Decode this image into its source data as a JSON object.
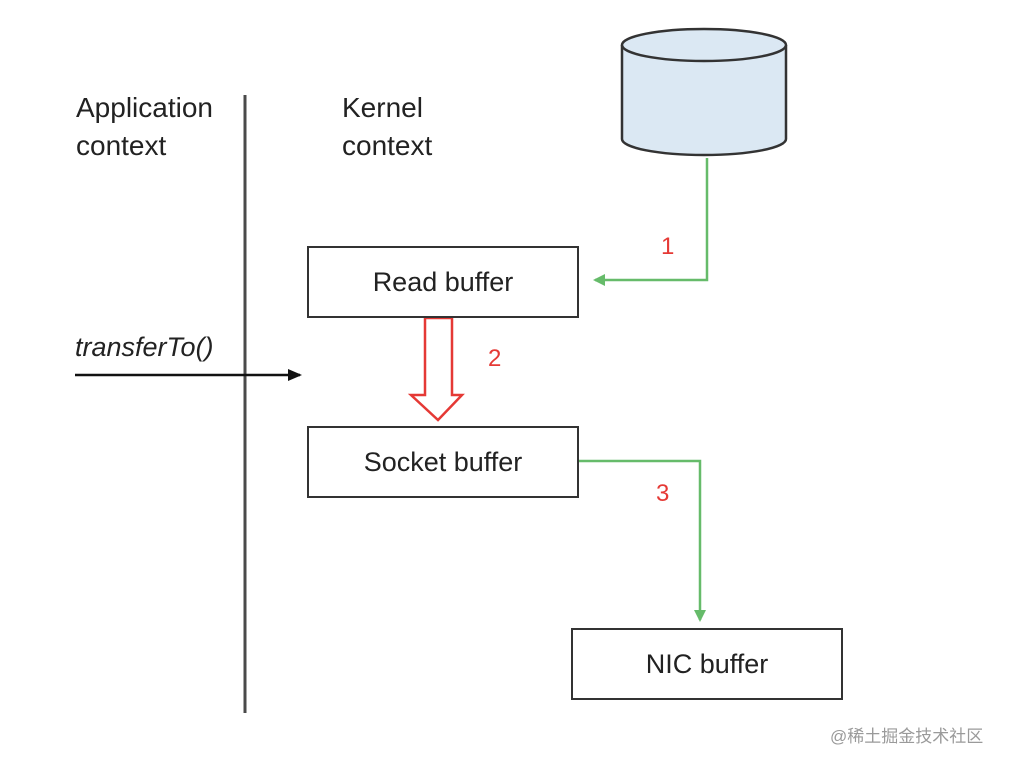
{
  "contexts": {
    "application": "Application\ncontext",
    "kernel": "Kernel\ncontext"
  },
  "call": {
    "label": "transferTo()"
  },
  "boxes": {
    "read_buffer": "Read buffer",
    "socket_buffer": "Socket buffer",
    "nic_buffer": "NIC buffer"
  },
  "steps": [
    "1",
    "2",
    "3"
  ],
  "colors": {
    "copy_arrow": "#66bb6a",
    "transfer_arrow": "#e53935",
    "step_number": "#e53935",
    "disk_fill": "#dbe8f3"
  },
  "icons": {
    "disk": "cylinder-disk-icon"
  },
  "watermark": "@稀土掘金技术社区"
}
